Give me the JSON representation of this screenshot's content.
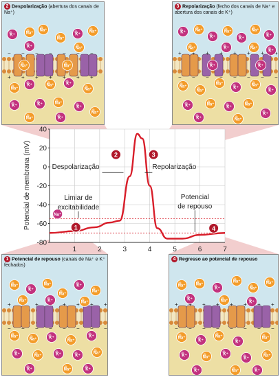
{
  "panels": {
    "p1": {
      "number": "1",
      "title": "Potencial de repouso",
      "detail": "(canais de Na⁺ e K⁺ fechados)"
    },
    "p2": {
      "number": "2",
      "title": "Despolarização",
      "detail": "(abertura dos canais de Na⁺)"
    },
    "p3": {
      "number": "3",
      "title": "Repolarização",
      "detail": "(fecho dos canais de Na⁺ e abertura dos canais de K⁺)"
    },
    "p4": {
      "number": "4",
      "title": "Regresso ao potencial de repouso",
      "detail": ""
    }
  },
  "ions": {
    "na": "Na⁺",
    "k": "K⁺"
  },
  "colors": {
    "sodium": "#f39c2a",
    "potassium": "#c2327e",
    "extracellular": "#cfe6ee",
    "intracellular": "#eddfa4",
    "channel_purple": "#9a62a8",
    "channel_orange": "#e59a4a",
    "curve": "#d81e2a",
    "marker": "#b0182a"
  },
  "chart_data": {
    "type": "line",
    "ylabel": "Potencial de membrana (mV)",
    "xlabel": "",
    "x_ticks": [
      "1",
      "2",
      "3",
      "4",
      "5",
      "6",
      "7"
    ],
    "y_ticks": [
      "40",
      "20",
      "0",
      "-20",
      "-40",
      "-60",
      "-80"
    ],
    "xlim": [
      0,
      7
    ],
    "ylim": [
      -80,
      40
    ],
    "grid": true,
    "threshold_mv": -55,
    "resting_mv": -70,
    "series": [
      {
        "values": [
          [
            0,
            -70
          ],
          [
            1,
            -68
          ],
          [
            1.8,
            -64
          ],
          [
            2.4,
            -59
          ],
          [
            2.8,
            -57
          ],
          [
            3.2,
            -10
          ],
          [
            3.5,
            35
          ],
          [
            3.7,
            30
          ],
          [
            4.0,
            -20
          ],
          [
            4.3,
            -65
          ],
          [
            4.7,
            -76
          ],
          [
            5.3,
            -76
          ],
          [
            6.0,
            -72
          ],
          [
            7,
            -70
          ]
        ]
      }
    ],
    "annotations": {
      "depolarization": "Despolarização",
      "repolarization": "Repolarização",
      "threshold": "Limiar de excitabilidade",
      "resting": "Potencial de repouso",
      "marker_1": "1",
      "marker_2": "2",
      "marker_3": "3",
      "marker_4": "4"
    }
  }
}
